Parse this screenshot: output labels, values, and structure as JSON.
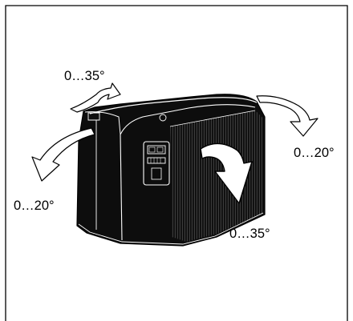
{
  "labels": {
    "tilt_back": "0…35°",
    "tilt_right": "0…20°",
    "tilt_left": "0…20°",
    "tilt_front": "0…35°"
  },
  "colors": {
    "device_body": "#0d0d0d",
    "device_edge": "#ffffff",
    "arrow_fill": "#ffffff",
    "arrow_stroke": "#000000",
    "frame": "#000000"
  },
  "icons": [
    "curved-arrow-icon",
    "device-panel-icon"
  ]
}
